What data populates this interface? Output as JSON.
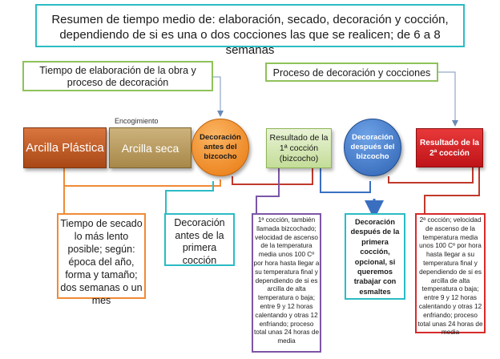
{
  "title": {
    "line1": "Resumen de tiempo  medio de: elaboración, secado, decoración y cocción,",
    "line2": "dependiendo de si es una o dos cocciones las que se realicen; de 6 a 8 semanas"
  },
  "labels": {
    "elaboracion": "Tiempo de elaboración de la obra y proceso de decoración",
    "decoracion_cocciones": "Proceso de decoración y cocciones"
  },
  "stages": {
    "arcilla_plastica": "Arcilla Plástica",
    "encogimiento": "Encogimiento",
    "arcilla_seca": "Arcilla seca",
    "decoracion_antes": "Decoración antes del bizcocho",
    "resultado_1": "Resultado de la 1ª cocción (bizcocho)",
    "decoracion_despues": "Decoración después del bizcocho",
    "resultado_2": "Resultado de la 2ª cocción"
  },
  "details": {
    "secado": "Tiempo de secado lo más lento posible; según: época del año, forma y tamaño; dos semanas o un mes",
    "decoracion_primera": "Decoración antes de la primera cocción",
    "coccion_1": "1ª cocción, también llamada bizcochado; velocidad de ascenso de la temperatura media unos 100 Cº por hora hasta llegar a su temperatura final y dependiendo de si es arcilla de alta temperatura o baja; entre 9 y 12 horas calentando y otras 12 enfriando; proceso total unas 24 horas de media",
    "decoracion_opcional": "Decoración después de la primera cocción, opcional, si queremos trabajar con esmaltes",
    "coccion_2": "2ª cocción; velocidad de ascenso de la temperatura media unos 100 Cº por hora hasta llegar a su temperatura final y dependiendo de si es arcilla de alta temperatura o baja; entre 9 y 12 horas calentando y otras 12 enfriando; proceso total unas 24 horas de media"
  },
  "colors": {
    "teal": "#2bbcc4",
    "green": "#8fc25a",
    "orange": "#f08a36",
    "purple": "#7c56a7",
    "red": "#d62b2b",
    "blue": "#3a6fc0"
  }
}
